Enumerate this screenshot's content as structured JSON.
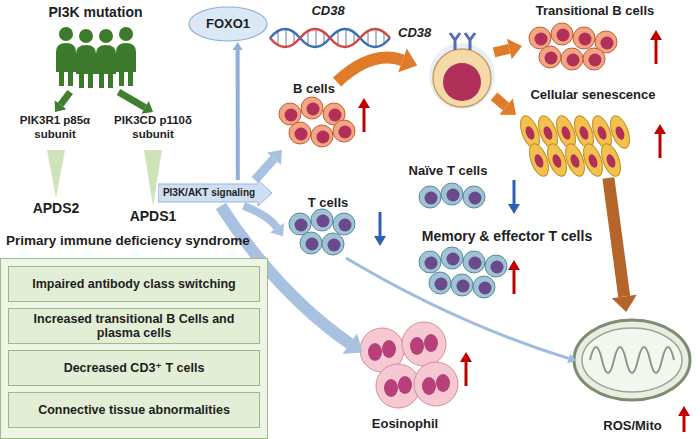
{
  "diagram": {
    "nodes": [
      {
        "text": [
          "PI3K mutation"
        ]
      },
      {
        "text": [
          "APDS2"
        ]
      },
      {
        "text": [
          "APDS1"
        ]
      },
      {
        "text": [
          "PI3K/AKT signaling"
        ]
      },
      {
        "text": [
          "Primary immune deficiency syndrome"
        ]
      },
      {
        "text": [
          "Impaired antibody class switching"
        ],
        "in": 4
      },
      {
        "text": [
          "Increased transitional B Cells and plasma cells"
        ],
        "in": 4
      },
      {
        "text": [
          "Decreased CD3⁺ T cells"
        ],
        "in": 4
      },
      {
        "text": [
          "Connective tissue abnormalities"
        ],
        "in": 4
      },
      {
        "text": [
          "FOXO1"
        ]
      },
      {
        "text": [
          "CD38"
        ]
      },
      {
        "text": [
          "B cells"
        ]
      },
      {
        "text": [
          "CD38"
        ]
      },
      {
        "text": [
          "Transitional B cells"
        ]
      },
      {
        "text": [
          "Cellular senescence"
        ]
      },
      {
        "text": [
          "T cells"
        ]
      },
      {
        "text": [
          "Naïve T cells"
        ]
      },
      {
        "text": [
          "Memory & effector T cells"
        ]
      },
      {
        "text": [
          "Eosinophil"
        ]
      },
      {
        "text": [
          "ROS/Mito"
        ]
      }
    ],
    "edges": [
      {
        "from": 0,
        "to": 1,
        "label": "PIK3R1 p85α subunit",
        "arrow": "to"
      },
      {
        "from": 0,
        "to": 2,
        "label": "PIK3CD p110δ subunit",
        "arrow": "to"
      },
      {
        "from": 3,
        "to": 9,
        "arrow": "to"
      },
      {
        "from": 3,
        "to": 11,
        "arrow": "to"
      },
      {
        "from": 3,
        "to": 15,
        "arrow": "to"
      },
      {
        "from": 3,
        "to": 18,
        "arrow": "to"
      },
      {
        "from": 11,
        "to": 12,
        "arrow": "to"
      },
      {
        "from": 12,
        "to": 13,
        "arrow": "to"
      },
      {
        "from": 12,
        "to": 14,
        "arrow": "to"
      },
      {
        "from": 14,
        "to": 19,
        "arrow": "to"
      },
      {
        "from": 15,
        "to": 19,
        "arrow": "to"
      }
    ]
  }
}
